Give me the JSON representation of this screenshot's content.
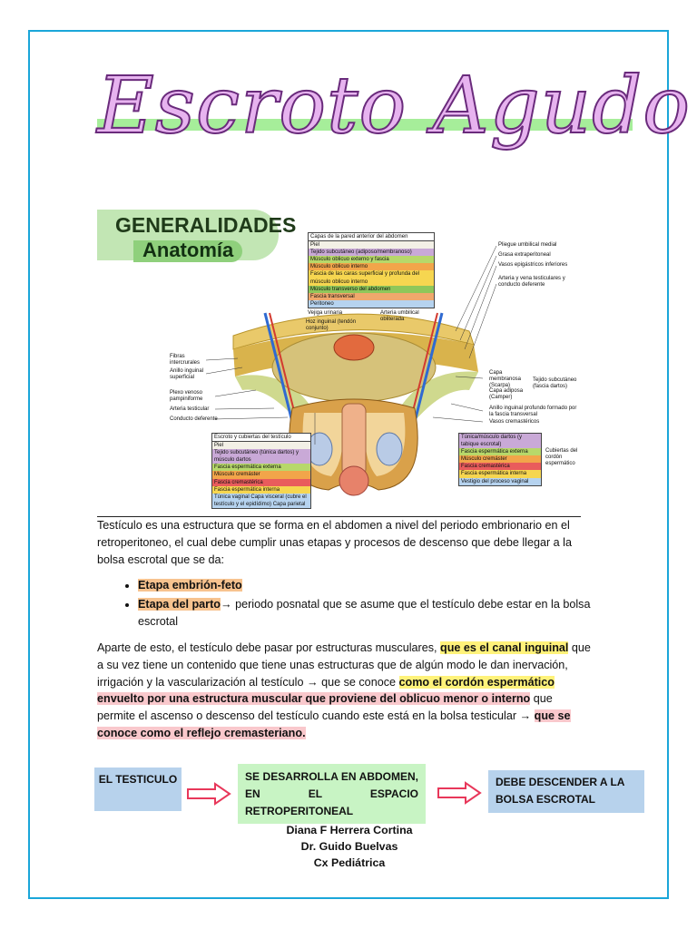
{
  "title": "Escroto Agudo",
  "section": {
    "heading": "GENERALIDADES",
    "subheading": "Anatomía"
  },
  "figure": {
    "legend_top_header": "Capas de la pared anterior del abdomen",
    "legend_top": [
      {
        "text": "Piel",
        "color": "#f3f0e6"
      },
      {
        "text": "Tejido subcutáneo (adiposo/membranoso)",
        "color": "#c9a9d7"
      },
      {
        "text": "Músculo oblicuo externo y fascia",
        "color": "#b7d86a"
      },
      {
        "text": "Músculo oblicuo interno",
        "color": "#f2a54a"
      },
      {
        "text": "Fascia de las caras superficial y profunda del músculo oblicuo interno",
        "color": "#f6d650"
      },
      {
        "text": "Músculo transverso del abdomen",
        "color": "#8fc75a"
      },
      {
        "text": "Fascia transversal",
        "color": "#f0a86c"
      },
      {
        "text": "Peritoneo",
        "color": "#b6d3ef"
      }
    ],
    "legend_bottom_header": "Escroto y cubiertas del testículo",
    "legend_bottom": [
      {
        "text": "Piel",
        "color": "#f3f0e6"
      },
      {
        "text": "Tejido subcutáneo (túnica dartos) y músculo dartos",
        "color": "#c9a9d7"
      },
      {
        "text": "Fascia espermática externa",
        "color": "#b7d86a"
      },
      {
        "text": "Músculo cremáster",
        "color": "#f2a54a"
      },
      {
        "text": "Fascia cremastérica",
        "color": "#e95c5c"
      },
      {
        "text": "Fascia espermática interna",
        "color": "#f6d650"
      },
      {
        "text": "Túnica vaginal   Capa visceral (cubre el testículo y el epidídimo)   Capa parietal",
        "color": "#b6d3ef"
      }
    ],
    "legend_right": [
      {
        "text": "Túnica/músculo dartos (y tabique escrotal)",
        "color": "#c9a9d7"
      },
      {
        "text": "Fascia espermática externa",
        "color": "#b7d86a"
      },
      {
        "text": "Músculo cremáster",
        "color": "#f2a54a"
      },
      {
        "text": "Fascia cremastérica",
        "color": "#e95c5c"
      },
      {
        "text": "Fascia espermática interna",
        "color": "#f6d650"
      },
      {
        "text": "Vestigio del proceso vaginal",
        "color": "#b6d3ef"
      }
    ],
    "labels_left": [
      "Fibras intercrurales",
      "Anillo inguinal superficial",
      "Plexo venoso pampiniforme",
      "Arteria testicular",
      "Conducto deferente"
    ],
    "labels_center": [
      "Vejiga urinaria",
      "Hoz inguinal (tendón conjunto)",
      "Arteria umbilical obliterada"
    ],
    "labels_right": [
      "Pliegue umbilical medial",
      "Grasa extraperitoneal",
      "Vasos epigástricos inferiores",
      "Arteria y vena testiculares y conducto deferente",
      "Capa membranosa (Scarpa)",
      "Capa adiposa (Camper)",
      "Tejido subcutáneo (fascia dartos)",
      "Anillo inguinal profundo formado por la fascia transversal",
      "Vasos cremastéricos",
      "Cubiertas del cordón espermático"
    ]
  },
  "intro": "Testículo es una estructura que se forma en el abdomen a nivel del periodo embrionario en el retroperitoneo, el cual debe cumplir unas etapas y procesos de descenso que debe llegar a la bolsa escrotal que se da:",
  "bullets": [
    {
      "highlight": "Etapa embrión-feto",
      "rest": ""
    },
    {
      "highlight": "Etapa del parto",
      "rest": "→ periodo posnatal que se asume que el testículo debe estar en la bolsa escrotal"
    }
  ],
  "paragraph2": {
    "p1": "Aparte de esto, el testículo debe pasar por estructuras musculares, ",
    "h1": "que es el canal inguinal",
    "p2": " que a su vez tiene un contenido que tiene unas estructuras que de algún modo le dan inervación, irrigación y la vascularización al testículo → que se conoce ",
    "h2": "como el cordón espermático",
    "p3": " ",
    "h3": "envuelto por una estructura muscular que proviene del oblicuo menor o interno",
    "p4": " que permite el ascenso o descenso del testículo cuando este está en la bolsa testicular → ",
    "h4": "que se conoce como el reflejo cremasteriano."
  },
  "flow": {
    "box1": "EL TESTICULO",
    "box2": "SE DESARROLLA EN ABDOMEN, EN EL ESPACIO RETROPERITONEAL",
    "box3": "DEBE DESCENDER A LA BOLSA ESCROTAL"
  },
  "authors": [
    "Diana F Herrera Cortina",
    "Dr. Guido Buelvas",
    "Cx Pediátrica"
  ],
  "colors": {
    "frame": "#1aa6d9",
    "title_fill": "#e7b3ef",
    "title_stroke": "#6a2b7c",
    "title_bar": "#a6ee9a",
    "highlight_yellow": "#fff27a",
    "highlight_orange": "#f7c38f",
    "highlight_pink": "#f9c8cc",
    "box_blue": "#b7d2ec",
    "box_green": "#c8f4c4",
    "arrow": "#e8375a"
  }
}
